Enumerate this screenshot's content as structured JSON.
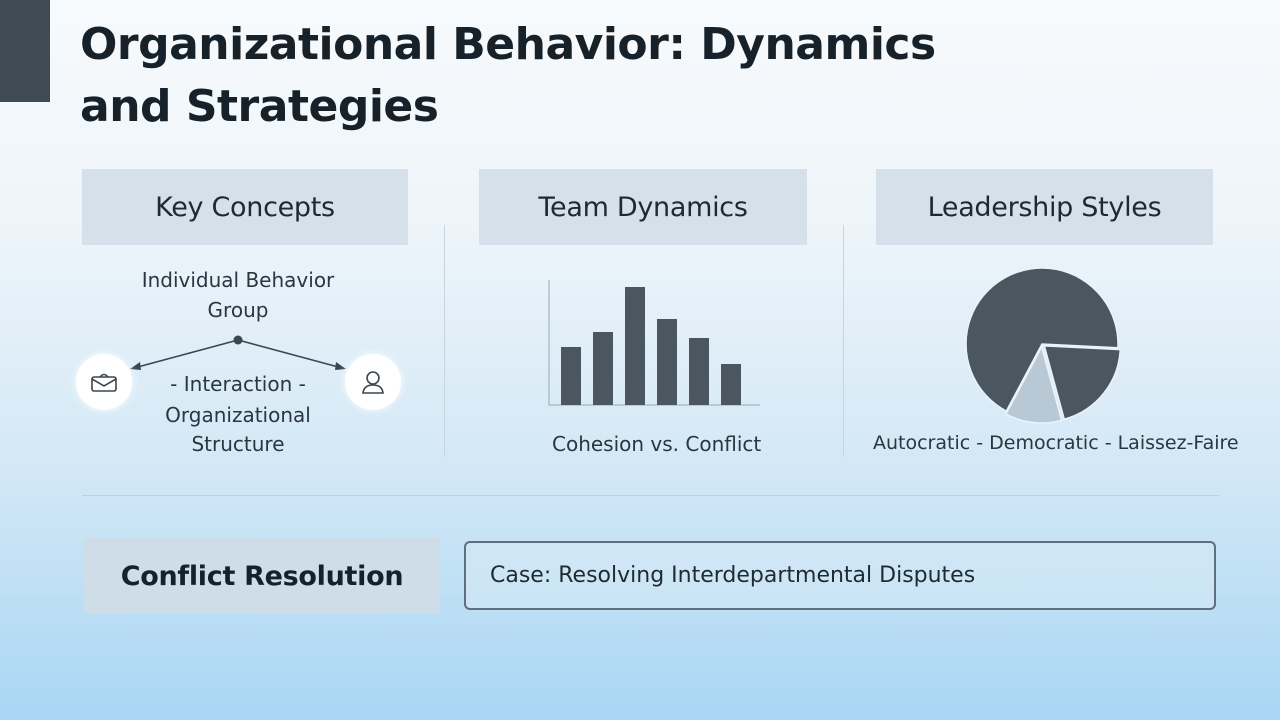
{
  "slide": {
    "title_line1": "Organizational Behavior: Dynamics",
    "title_line2": "and Strategies"
  },
  "panels": {
    "key_concepts": {
      "header": "Key Concepts",
      "line1": "Individual Behavior",
      "line2": "Group",
      "line3": "- Interaction -",
      "line4": "Organizational",
      "line5": "Structure",
      "left_icon": "mail-icon",
      "right_icon": "user-icon"
    },
    "team_dynamics": {
      "header": "Team Dynamics",
      "caption": "Cohesion vs. Conflict"
    },
    "leadership_styles": {
      "header": "Leadership Styles",
      "caption": "Autocratic - Democratic - Laissez-Faire"
    }
  },
  "bottom": {
    "section_label": "Conflict Resolution",
    "case_text": "Case: Resolving Interdepartmental Disputes"
  },
  "colors": {
    "accent": "#3f4a52",
    "bars": "#4a5660",
    "pie_dark": "#4a5660",
    "pie_light": "#b8c9d5"
  },
  "chart_data": [
    {
      "type": "bar",
      "categories": [
        "",
        "",
        "",
        "",
        "",
        ""
      ],
      "values": [
        58,
        73,
        118,
        86,
        67,
        41
      ],
      "ylim": [
        0,
        125
      ],
      "grid": false
    },
    {
      "type": "pie",
      "values": [
        68,
        20,
        12
      ]
    }
  ]
}
